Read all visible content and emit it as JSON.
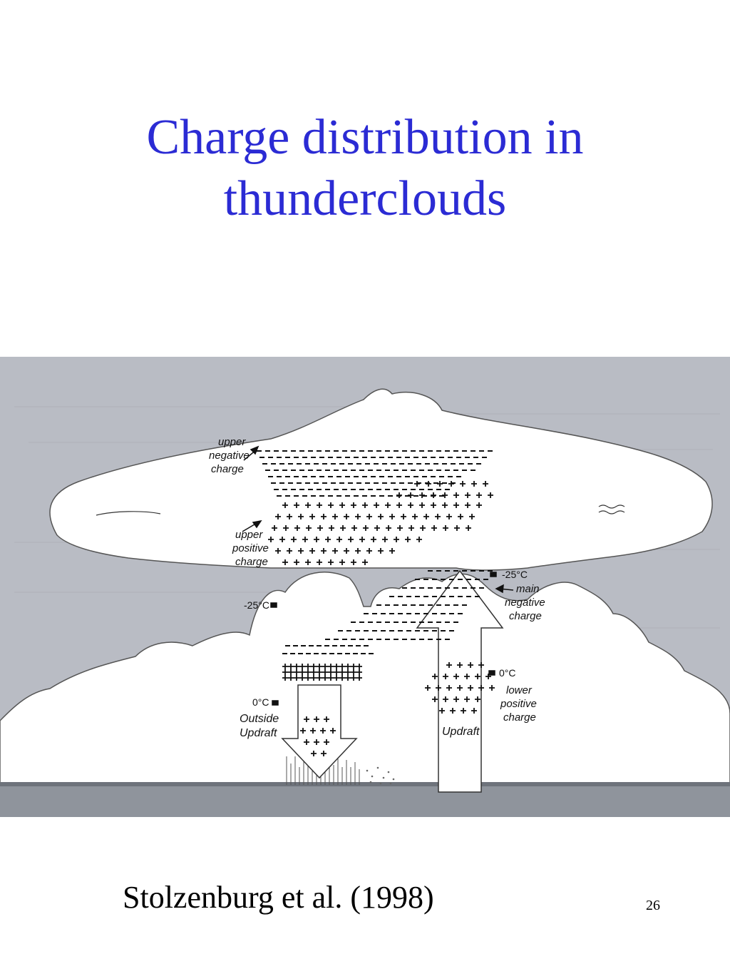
{
  "slide": {
    "title_line1": "Charge distribution in",
    "title_line2": "thunderclouds",
    "caption": "Stolzenburg et al. (1998)",
    "page_number": "26",
    "title_color": "#2b2bd4"
  },
  "diagram": {
    "labels": {
      "upper_negative": [
        "upper",
        "negative",
        "charge"
      ],
      "upper_positive": [
        "upper",
        "positive",
        "charge"
      ],
      "main_negative": [
        "main",
        "negative",
        "charge"
      ],
      "lower_positive": [
        "lower",
        "positive",
        "charge"
      ],
      "outside_updraft": [
        "Outside",
        "Updraft"
      ],
      "updraft": "Updraft",
      "temp_minus25_left": "-25°C",
      "temp_minus25_right": "-25°C",
      "temp_zero_left": "0°C",
      "temp_zero_right": "0°C"
    },
    "colors": {
      "sky": "#b9bcc4",
      "cloud": "#ffffff",
      "ground": "#8f949c",
      "ink": "#111111"
    }
  }
}
